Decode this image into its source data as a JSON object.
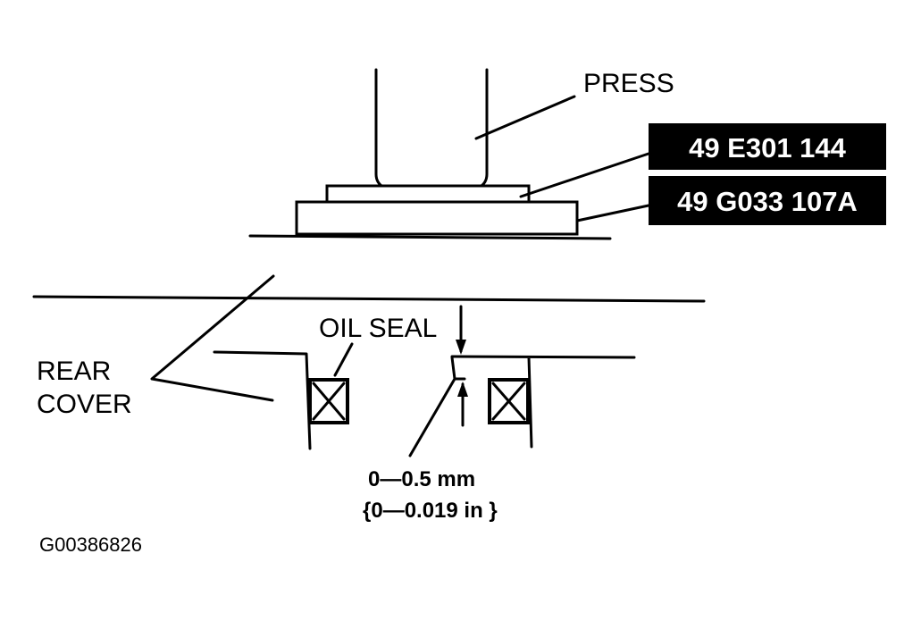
{
  "labels": {
    "press": "PRESS",
    "oil_seal": "OIL SEAL",
    "rear_cover_line1": "REAR",
    "rear_cover_line2": "COVER",
    "clearance_mm": "0—0.5 mm",
    "clearance_in": "{0—0.019 in }",
    "figure_id": "G00386826"
  },
  "tools": [
    {
      "part_number": "49 E301 144"
    },
    {
      "part_number": "49 G033 107A"
    }
  ],
  "colors": {
    "ink": "#000000",
    "background": "#ffffff",
    "label_box": "#000000",
    "label_text": "#ffffff"
  }
}
